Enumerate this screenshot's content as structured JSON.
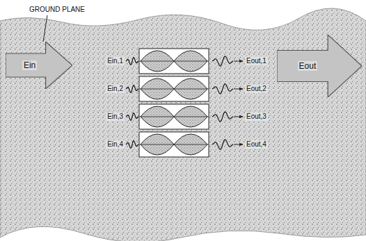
{
  "diagram": {
    "nodes": [
      {
        "text": [
          "Ein"
        ]
      },
      {
        "text": [
          "Eout"
        ]
      }
    ],
    "labels": [
      "GROUND PLANE",
      "Ein,1",
      "Eout,1",
      "Ein,2",
      "Eout,2",
      "Ein,3",
      "Eout,3",
      "Ein,4",
      "Eout,4"
    ]
  }
}
